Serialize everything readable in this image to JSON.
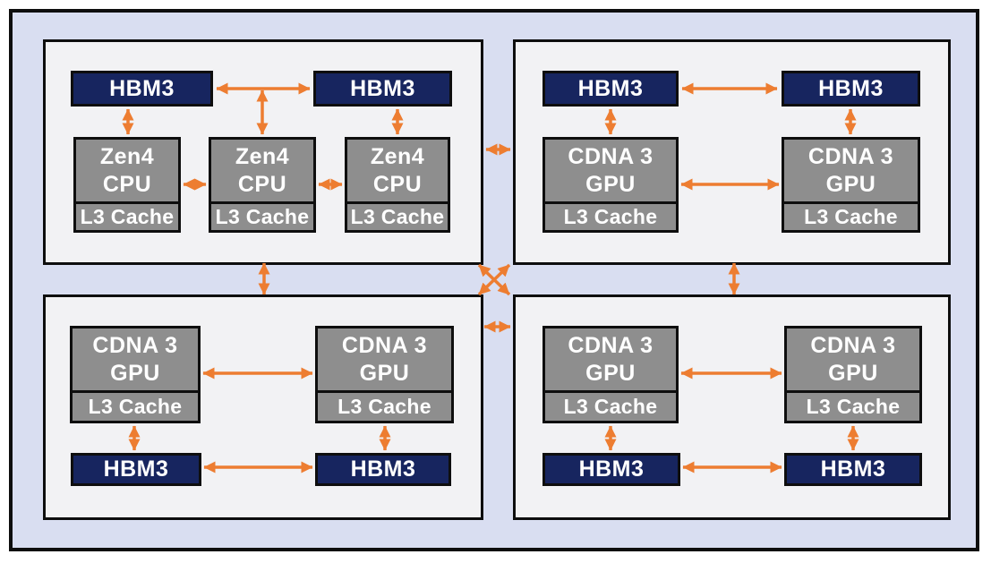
{
  "colors": {
    "page_bg": "#ffffff",
    "frame_bg": "#d9def1",
    "quadrant_bg": "#f2f2f4",
    "memory_fill": "#17255f",
    "compute_fill": "#8e8e8e",
    "arrow": "#ed7d31",
    "line": "#0e0e0e",
    "block_text": "#ffffff"
  },
  "quadrants": {
    "top_left": {
      "memory": [
        "HBM3",
        "HBM3"
      ],
      "compute": [
        {
          "name": "Zen4",
          "unit": "CPU",
          "cache": "L3 Cache"
        },
        {
          "name": "Zen4",
          "unit": "CPU",
          "cache": "L3 Cache"
        },
        {
          "name": "Zen4",
          "unit": "CPU",
          "cache": "L3 Cache"
        }
      ]
    },
    "top_right": {
      "memory": [
        "HBM3",
        "HBM3"
      ],
      "compute": [
        {
          "name": "CDNA 3",
          "unit": "GPU",
          "cache": "L3 Cache"
        },
        {
          "name": "CDNA 3",
          "unit": "GPU",
          "cache": "L3 Cache"
        }
      ]
    },
    "bottom_left": {
      "compute": [
        {
          "name": "CDNA 3",
          "unit": "GPU",
          "cache": "L3 Cache"
        },
        {
          "name": "CDNA 3",
          "unit": "GPU",
          "cache": "L3 Cache"
        }
      ],
      "memory": [
        "HBM3",
        "HBM3"
      ]
    },
    "bottom_right": {
      "compute": [
        {
          "name": "CDNA 3",
          "unit": "GPU",
          "cache": "L3 Cache"
        },
        {
          "name": "CDNA 3",
          "unit": "GPU",
          "cache": "L3 Cache"
        }
      ],
      "memory": [
        "HBM3",
        "HBM3"
      ]
    }
  }
}
